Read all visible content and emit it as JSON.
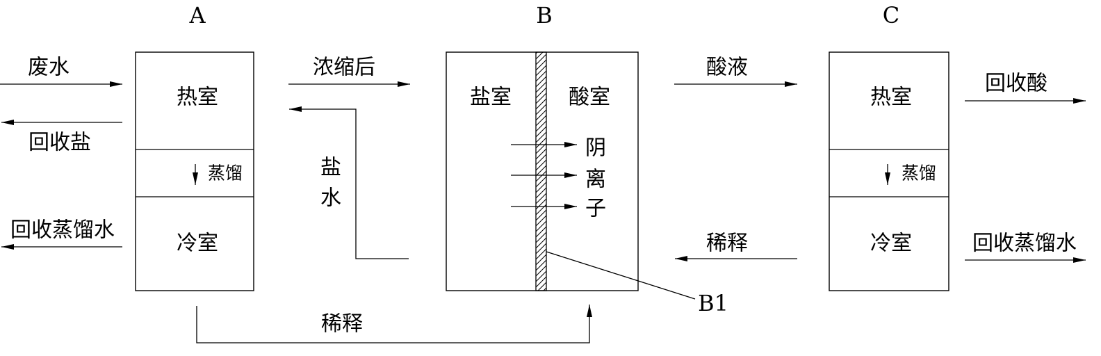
{
  "units": {
    "a": {
      "label": "A",
      "hot_chamber": "热室",
      "distill": "蒸馏",
      "cold_chamber": "冷室"
    },
    "b": {
      "label": "B",
      "salt_chamber": "盐室",
      "acid_chamber": "酸室",
      "anion": [
        "阴",
        "离",
        "子"
      ],
      "membrane_label": "B1"
    },
    "c": {
      "label": "C",
      "hot_chamber": "热室",
      "distill": "蒸馏",
      "cold_chamber": "冷室"
    }
  },
  "flows": {
    "wastewater": "废水",
    "recovered_salt": "回收盐",
    "recovered_distilled_water_a": "回收蒸馏水",
    "concentrated": "浓缩后",
    "brine": [
      "盐",
      "水"
    ],
    "dilution_a_to_b": "稀释",
    "acid_liquid": "酸液",
    "dilution_c_to_b": "稀释",
    "recovered_acid": "回收酸",
    "recovered_distilled_water_c": "回收蒸馏水"
  }
}
